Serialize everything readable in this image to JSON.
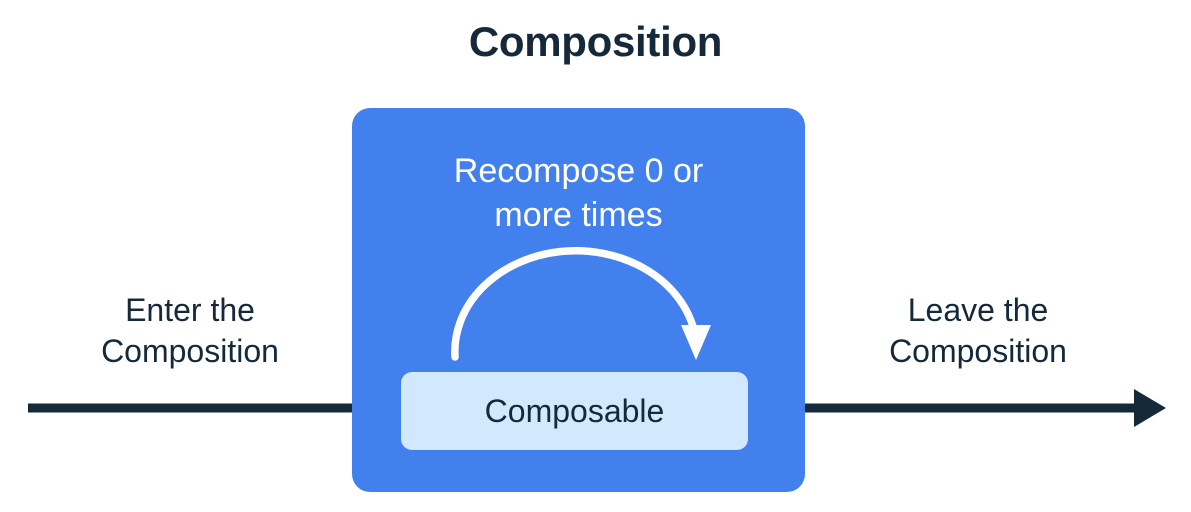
{
  "title": "Composition",
  "composition": {
    "box_color": "#4280ee",
    "recompose_label_line1": "Recompose 0 or",
    "recompose_label_line2": "more times",
    "recompose_label_color": "#ffffff",
    "loop_arrow_color": "#ffffff"
  },
  "composable": {
    "label": "Composable",
    "box_color": "#d2e8fc",
    "text_color": "#16293a"
  },
  "flow": {
    "enter_line1": "Enter the",
    "enter_line2": "Composition",
    "leave_line1": "Leave the",
    "leave_line2": "Composition",
    "arrow_color": "#16293a"
  },
  "colors": {
    "background": "#ffffff",
    "accent_blue": "#4280ee",
    "light_blue": "#d2e8fc",
    "dark_navy": "#16293a"
  }
}
